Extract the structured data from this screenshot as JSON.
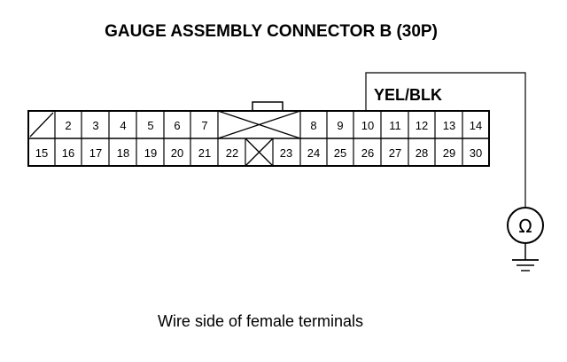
{
  "title": "GAUGE ASSEMBLY CONNECTOR B (30P)",
  "wire_label": "YEL/BLK",
  "caption": "Wire side of female terminals",
  "meter_symbol": "Ω",
  "colors": {
    "line": "#000000",
    "background": "#ffffff"
  },
  "connector": {
    "top_row": [
      "",
      "2",
      "3",
      "4",
      "5",
      "6",
      "7",
      "",
      "8",
      "9",
      "10",
      "11",
      "12",
      "13",
      "14"
    ],
    "bottom_row": [
      "15",
      "16",
      "17",
      "18",
      "19",
      "20",
      "21",
      "22",
      "",
      "23",
      "24",
      "25",
      "26",
      "27",
      "28",
      "29",
      "30"
    ],
    "probed_terminal": "10"
  }
}
